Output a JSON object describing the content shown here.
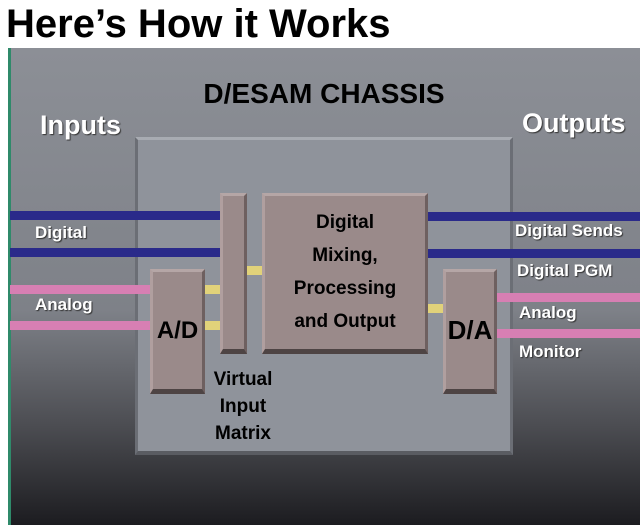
{
  "title": "Here’s How it Works",
  "chassis_label": "D/ESAM CHASSIS",
  "inputs_heading": "Inputs",
  "outputs_heading": "Outputs",
  "inputs": {
    "digital": "Digital",
    "analog": "Analog"
  },
  "outputs": {
    "digital_sends": "Digital Sends",
    "digital_pgm": "Digital PGM",
    "analog": "Analog",
    "monitor": "Monitor"
  },
  "blocks": {
    "ad": "A/D",
    "da": "D/A",
    "dmp": [
      "Digital",
      "Mixing,",
      "Processing",
      "and Output"
    ],
    "vim": [
      "Virtual",
      "Input",
      "Matrix"
    ]
  },
  "colors": {
    "digital": "#2a2a8a",
    "analog": "#d77fb3",
    "connector": "#e1d27a",
    "block": "#9a8a8a"
  }
}
